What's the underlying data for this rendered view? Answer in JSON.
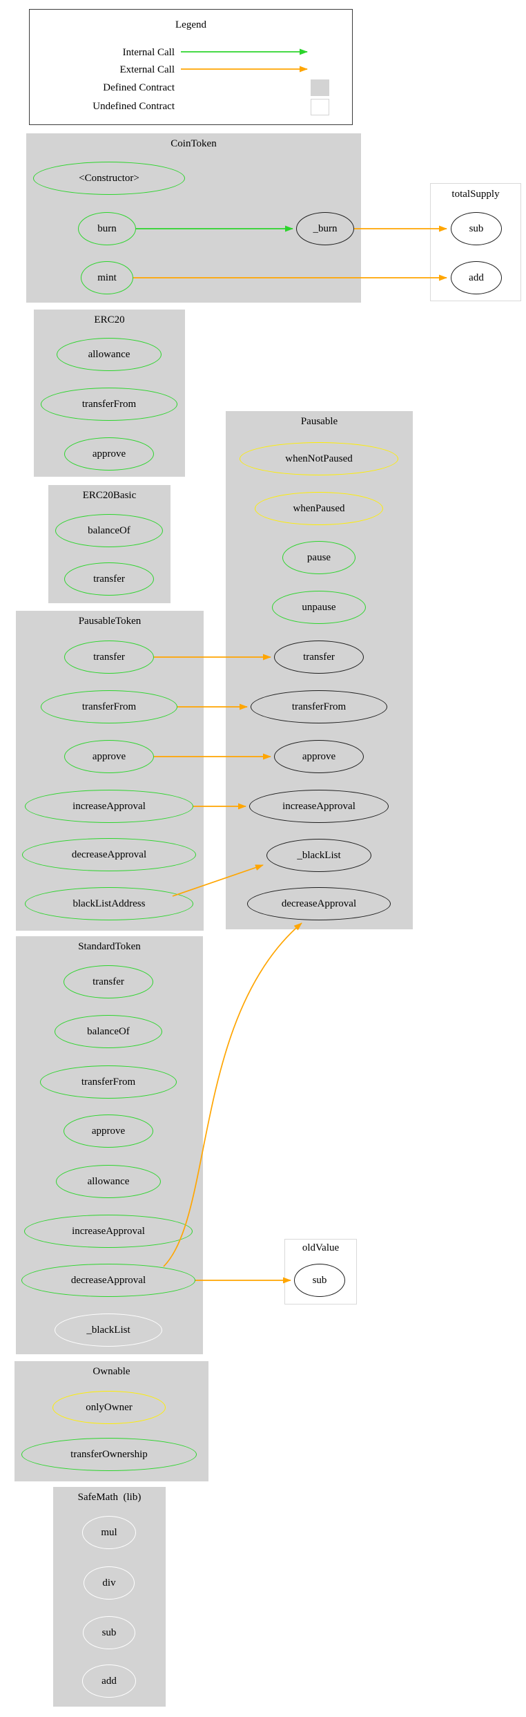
{
  "legend": {
    "title": "Legend",
    "internal_call": "Internal Call",
    "external_call": "External Call",
    "defined_contract": "Defined Contract",
    "undefined_contract": "Undefined Contract"
  },
  "colors": {
    "internal_call": "#2bd42b",
    "external_call": "#ffa500",
    "defined_fill": "#d3d3d3",
    "undefined_fill": "#ffffff",
    "modifier_outline": "#ffee00",
    "internal_node_outline": "#1c1c1c",
    "library_node_outline": "#ffffff"
  },
  "clusters": [
    {
      "title": "CoinToken",
      "kind": "defined",
      "nodes": [
        {
          "label": "<Constructor>",
          "color": "green"
        },
        {
          "label": "burn",
          "color": "green"
        },
        {
          "label": "mint",
          "color": "green"
        },
        {
          "label": "_burn",
          "color": "black"
        }
      ]
    },
    {
      "title": "totalSupply",
      "kind": "undefined",
      "nodes": [
        {
          "label": "sub",
          "color": "black"
        },
        {
          "label": "add",
          "color": "black"
        }
      ]
    },
    {
      "title": "ERC20",
      "kind": "defined",
      "nodes": [
        {
          "label": "allowance",
          "color": "green"
        },
        {
          "label": "transferFrom",
          "color": "green"
        },
        {
          "label": "approve",
          "color": "green"
        }
      ]
    },
    {
      "title": "ERC20Basic",
      "kind": "defined",
      "nodes": [
        {
          "label": "balanceOf",
          "color": "green"
        },
        {
          "label": "transfer",
          "color": "green"
        }
      ]
    },
    {
      "title": "Pausable",
      "kind": "defined",
      "nodes": [
        {
          "label": "whenNotPaused",
          "color": "yellow"
        },
        {
          "label": "whenPaused",
          "color": "yellow"
        },
        {
          "label": "pause",
          "color": "green"
        },
        {
          "label": "unpause",
          "color": "green"
        },
        {
          "label": "transfer",
          "color": "black"
        },
        {
          "label": "transferFrom",
          "color": "black"
        },
        {
          "label": "approve",
          "color": "black"
        },
        {
          "label": "increaseApproval",
          "color": "black"
        },
        {
          "label": "_blackList",
          "color": "black"
        },
        {
          "label": "decreaseApproval",
          "color": "black"
        }
      ]
    },
    {
      "title": "PausableToken",
      "kind": "defined",
      "nodes": [
        {
          "label": "transfer",
          "color": "green"
        },
        {
          "label": "transferFrom",
          "color": "green"
        },
        {
          "label": "approve",
          "color": "green"
        },
        {
          "label": "increaseApproval",
          "color": "green"
        },
        {
          "label": "decreaseApproval",
          "color": "green"
        },
        {
          "label": "blackListAddress",
          "color": "green"
        }
      ]
    },
    {
      "title": "StandardToken",
      "kind": "defined",
      "nodes": [
        {
          "label": "transfer",
          "color": "green"
        },
        {
          "label": "balanceOf",
          "color": "green"
        },
        {
          "label": "transferFrom",
          "color": "green"
        },
        {
          "label": "approve",
          "color": "green"
        },
        {
          "label": "allowance",
          "color": "green"
        },
        {
          "label": "increaseApproval",
          "color": "green"
        },
        {
          "label": "decreaseApproval",
          "color": "green"
        },
        {
          "label": "_blackList",
          "color": "white"
        }
      ]
    },
    {
      "title": "oldValue",
      "kind": "undefined",
      "nodes": [
        {
          "label": "sub",
          "color": "black"
        }
      ]
    },
    {
      "title": "Ownable",
      "kind": "defined",
      "nodes": [
        {
          "label": "onlyOwner",
          "color": "yellow"
        },
        {
          "label": "transferOwnership",
          "color": "green"
        }
      ]
    },
    {
      "title": "SafeMath  (lib)",
      "kind": "defined",
      "nodes": [
        {
          "label": "mul",
          "color": "white"
        },
        {
          "label": "div",
          "color": "white"
        },
        {
          "label": "sub",
          "color": "white"
        },
        {
          "label": "add",
          "color": "white"
        }
      ]
    }
  ],
  "edges": [
    {
      "from": "CoinToken.burn",
      "to": "CoinToken._burn",
      "type": "internal"
    },
    {
      "from": "CoinToken._burn",
      "to": "totalSupply.sub",
      "type": "external"
    },
    {
      "from": "CoinToken.mint",
      "to": "totalSupply.add",
      "type": "external"
    },
    {
      "from": "PausableToken.transfer",
      "to": "Pausable.transfer",
      "type": "external"
    },
    {
      "from": "PausableToken.transferFrom",
      "to": "Pausable.transferFrom",
      "type": "external"
    },
    {
      "from": "PausableToken.approve",
      "to": "Pausable.approve",
      "type": "external"
    },
    {
      "from": "PausableToken.increaseApproval",
      "to": "Pausable.increaseApproval",
      "type": "external"
    },
    {
      "from": "PausableToken.blackListAddress",
      "to": "Pausable._blackList",
      "type": "external"
    },
    {
      "from": "StandardToken.decreaseApproval",
      "to": "Pausable.decreaseApproval",
      "type": "external"
    },
    {
      "from": "StandardToken.decreaseApproval",
      "to": "oldValue.sub",
      "type": "external"
    }
  ]
}
